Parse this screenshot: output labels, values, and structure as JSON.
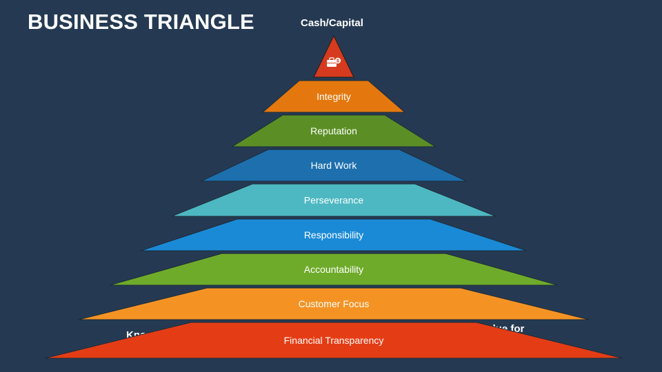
{
  "title": "BUSINESS TRIANGLE",
  "labels": {
    "top": "Cash/Capital",
    "left": "Knowledge",
    "right": "Value for Money"
  },
  "apex": {
    "icon": "money-briefcase-icon",
    "color": "#d63b1f"
  },
  "tiers": [
    {
      "label": "Integrity",
      "color": "#e4780e"
    },
    {
      "label": "Reputation",
      "color": "#5b8f25"
    },
    {
      "label": "Hard Work",
      "color": "#1d6fae"
    },
    {
      "label": "Perseverance",
      "color": "#4db8c2"
    },
    {
      "label": "Responsibility",
      "color": "#1b8ad6"
    },
    {
      "label": "Accountability",
      "color": "#6fab2b"
    },
    {
      "label": "Customer Focus",
      "color": "#f49324"
    },
    {
      "label": "Financial Transparency",
      "color": "#e43d15"
    }
  ],
  "background": "#253a52"
}
